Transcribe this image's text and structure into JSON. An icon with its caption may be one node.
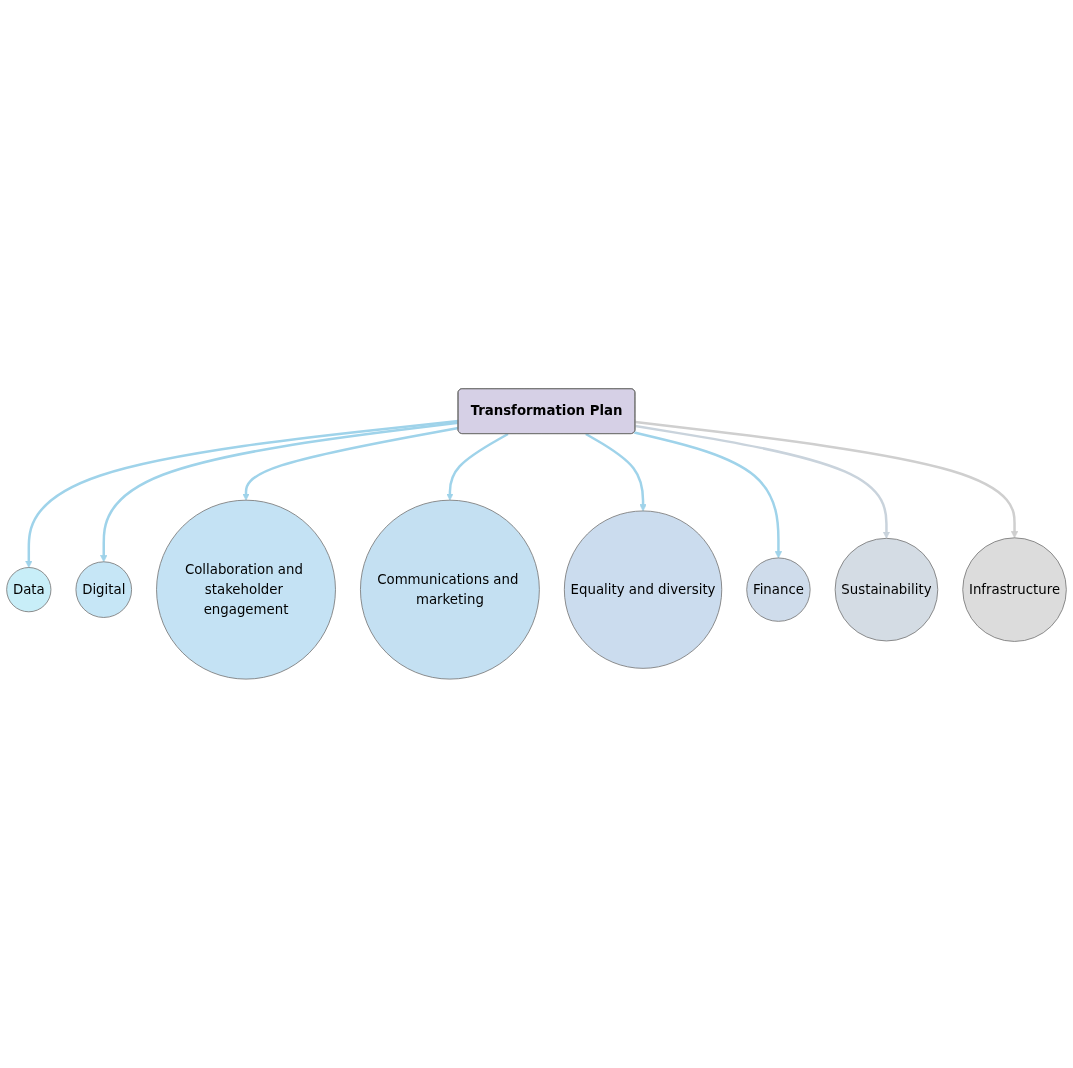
{
  "diagram": {
    "nodes": [
      {
        "text": [
          "Transformation Plan"
        ]
      },
      {
        "text": [
          "Data"
        ]
      },
      {
        "text": [
          "Digital"
        ]
      },
      {
        "text": [
          "Collaboration and stakeholder engagement"
        ]
      },
      {
        "text": [
          "Communications and marketing"
        ]
      },
      {
        "text": [
          "Equality and diversity"
        ]
      },
      {
        "text": [
          "Finance"
        ]
      },
      {
        "text": [
          "Sustainability"
        ]
      },
      {
        "text": [
          "Infrastructure"
        ]
      }
    ],
    "edges": [
      {
        "from": 0,
        "to": 1,
        "arrow": "to"
      },
      {
        "from": 0,
        "to": 2,
        "arrow": "to"
      },
      {
        "from": 0,
        "to": 3,
        "arrow": "to"
      },
      {
        "from": 0,
        "to": 4,
        "arrow": "to"
      },
      {
        "from": 0,
        "to": 5,
        "arrow": "to"
      },
      {
        "from": 0,
        "to": 6,
        "arrow": "to"
      },
      {
        "from": 0,
        "to": 7,
        "arrow": "to",
        "color": "#c9d3dc"
      },
      {
        "from": 0,
        "to": 8,
        "arrow": "to",
        "color": "#cfcfcf"
      }
    ]
  }
}
